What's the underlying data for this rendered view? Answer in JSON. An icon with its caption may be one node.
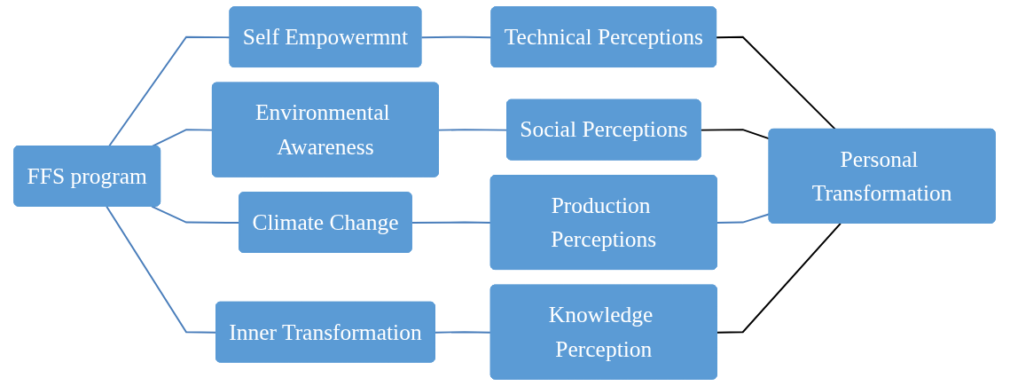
{
  "diagram": {
    "nodes": [
      {
        "text": [
          "FFS program"
        ]
      },
      {
        "text": [
          "Self Empowermnt"
        ]
      },
      {
        "text": [
          "Environmental Awareness"
        ]
      },
      {
        "text": [
          "Climate Change"
        ]
      },
      {
        "text": [
          "Inner Transformation"
        ]
      },
      {
        "text": [
          "Technical Perceptions"
        ]
      },
      {
        "text": [
          "Social Perceptions"
        ]
      },
      {
        "text": [
          "Production Perceptions"
        ]
      },
      {
        "text": [
          "Knowledge Perception"
        ]
      },
      {
        "text": [
          "Personal Transformation"
        ]
      }
    ],
    "edges": [
      {
        "from": 0,
        "to": 1,
        "arrow": "none"
      },
      {
        "from": 0,
        "to": 2,
        "arrow": "none"
      },
      {
        "from": 0,
        "to": 3,
        "arrow": "none"
      },
      {
        "from": 0,
        "to": 4,
        "arrow": "none"
      },
      {
        "from": 1,
        "to": 5,
        "arrow": "none"
      },
      {
        "from": 2,
        "to": 6,
        "arrow": "none"
      },
      {
        "from": 3,
        "to": 7,
        "arrow": "none"
      },
      {
        "from": 4,
        "to": 8,
        "arrow": "none"
      },
      {
        "from": 5,
        "to": 9,
        "arrow": "none",
        "color": "#000000"
      },
      {
        "from": 6,
        "to": 9,
        "arrow": "none",
        "color": "#000000"
      },
      {
        "from": 7,
        "to": 9,
        "arrow": "none"
      },
      {
        "from": 8,
        "to": 9,
        "arrow": "none",
        "color": "#000000"
      }
    ]
  }
}
